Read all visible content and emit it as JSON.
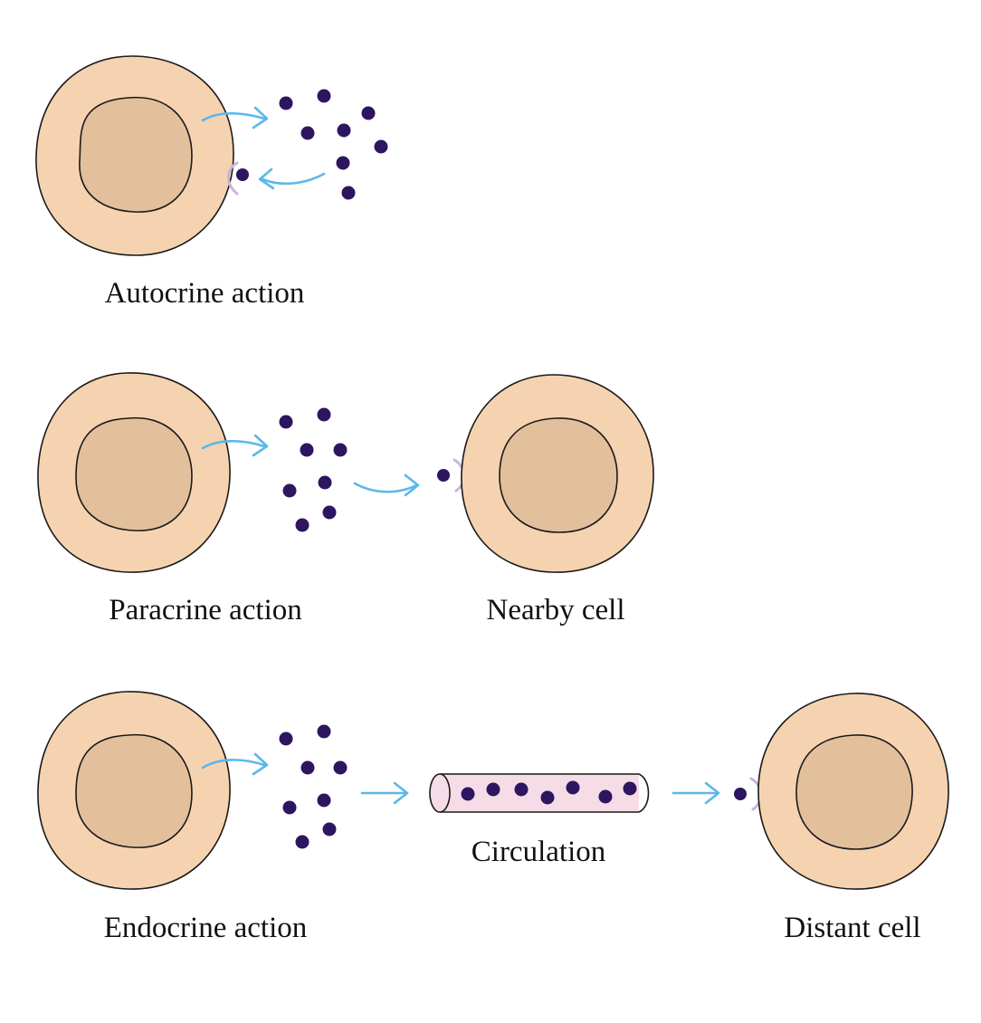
{
  "labels": {
    "autocrine": "Autocrine action",
    "paracrine": "Paracrine action",
    "nearby_cell": "Nearby cell",
    "endocrine": "Endocrine action",
    "circulation": "Circulation",
    "distant_cell": "Distant cell"
  },
  "colors": {
    "cytoplasm": "#f6d3b0",
    "nucleus": "#e2c09c",
    "molecule": "#2e1560",
    "arrow": "#5ab8ea",
    "receptor": "#c7b6d9",
    "vessel": "#f6dce6"
  },
  "icons": {
    "cell": "cell-icon",
    "molecule": "hormone-molecule-icon",
    "receptor": "receptor-icon",
    "arrow": "arrow-icon",
    "vessel": "blood-vessel-icon"
  }
}
